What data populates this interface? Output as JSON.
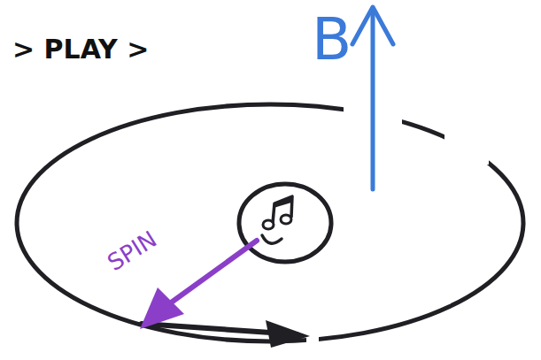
{
  "diagram": {
    "labels": [
      "> PLAY >",
      "B",
      "SPIN"
    ]
  }
}
